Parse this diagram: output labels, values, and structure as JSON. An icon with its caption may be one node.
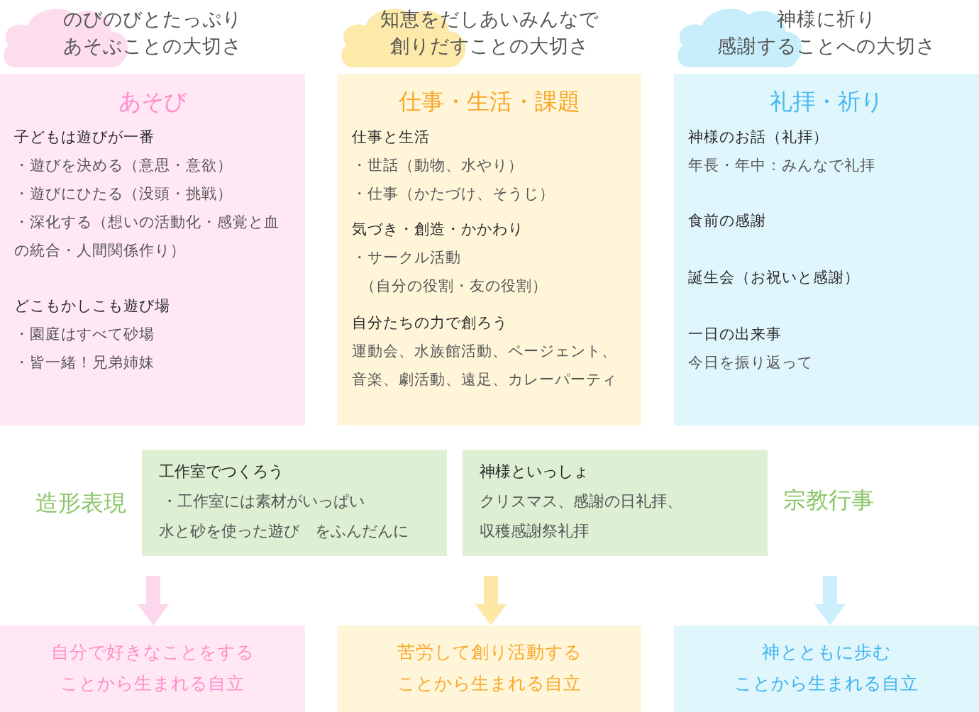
{
  "diagram": {
    "nodes": [
      {
        "text": [
          "のびのびとたっぷり",
          "あそぶことの大切さ"
        ]
      },
      {
        "text": [
          "知恵をだしあいみんなで",
          "創りだすことの大切さ"
        ]
      },
      {
        "text": [
          "神様に祈り",
          "感謝することへの大切さ"
        ]
      },
      {
        "text": [
          "あそび",
          "子どもは遊びが一番",
          "・遊びを決める（意思・意欲）",
          "・遊びにひたる（没頭・挑戦）",
          "・深化する（想いの活動化・感覚と血の統合・人間関係作り）",
          "どこもかしこも遊び場",
          "・園庭はすべて砂場",
          "・皆一緒！兄弟姉妹"
        ]
      },
      {
        "text": [
          "仕事・生活・課題",
          "仕事と生活",
          "・世話（動物、水やり）",
          "・仕事（かたづけ、そうじ）",
          "気づき・創造・かかわり",
          "・サークル活動",
          "（自分の役割・友の役割）",
          "自分たちの力で創ろう",
          "運動会、水族館活動、ページェント、音楽、劇活動、遠足、カレーパーティ"
        ]
      },
      {
        "text": [
          "礼拝・祈り",
          "神様のお話（礼拝）",
          "年長・年中：みんなで礼拝",
          "食前の感謝",
          "誕生会（お祝いと感謝）",
          "一日の出来事",
          "今日を振り返って"
        ]
      },
      {
        "text": [
          "工作室でつくろう",
          "・工作室には素材がいっぱい",
          "水と砂を使った遊び　をふんだんに"
        ],
        "beside": [
          "造形表現"
        ]
      },
      {
        "text": [
          "神様といっしょ",
          "クリスマス、感謝の日礼拝、収穫感謝祭礼拝"
        ],
        "beside": [
          "宗教行事"
        ]
      },
      {
        "text": [
          "自分で好きなことをする",
          "ことから生まれる自立"
        ]
      },
      {
        "text": [
          "苦労して創り活動する",
          "ことから生まれる自立"
        ]
      },
      {
        "text": [
          "神とともに歩む",
          "ことから生まれる自立"
        ]
      }
    ],
    "edges": [
      {
        "from": null,
        "to": 8,
        "arrow": "to",
        "color": "#fdd7eb"
      },
      {
        "from": null,
        "to": 9,
        "arrow": "to",
        "color": "#fde8a6"
      },
      {
        "from": null,
        "to": 10,
        "arrow": "to",
        "color": "#cdeffb"
      }
    ]
  }
}
